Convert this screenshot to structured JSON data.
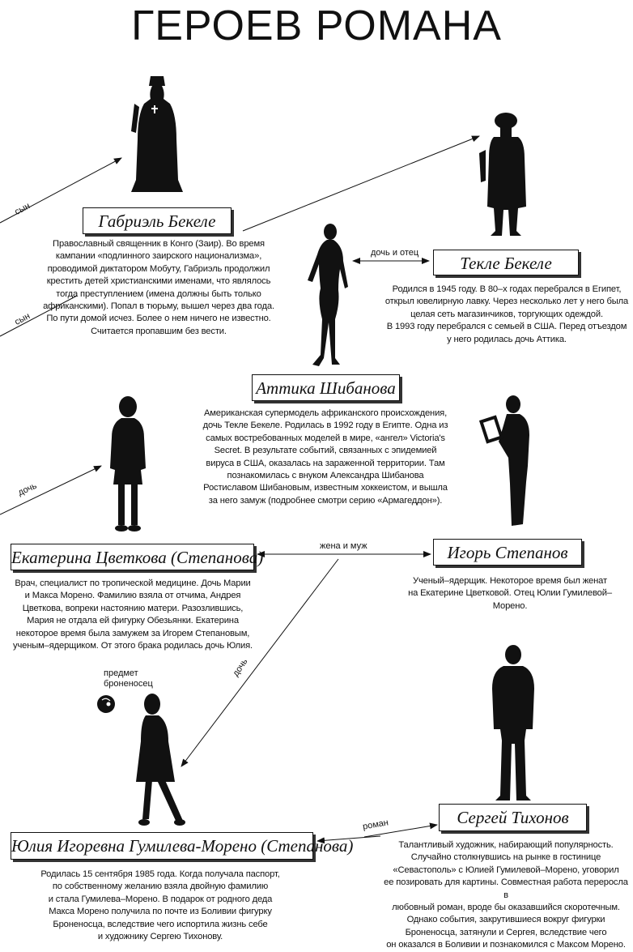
{
  "title": "ГЕРОЕВ РОМАНА",
  "characters": [
    {
      "name": "Габриэль Бекеле",
      "icon": "priest-silhouette-icon",
      "desc": [
        "Православный священник в Конго (Заир). Во время",
        "кампании «подлинного заирского национализма»,",
        "проводимой диктатором Мобуту, Габриэль продолжил",
        "крестить детей христианскими именами, что являлось",
        "тогда преступлением (имена должны быть только",
        "африканскими). Попал в тюрьму, вышел через два года.",
        "По пути домой исчез. Более о нем ничего не известно.",
        "Считается пропавшим без вести."
      ]
    },
    {
      "name": "Текле Бекеле",
      "icon": "turbaned-man-silhouette-icon",
      "desc": [
        "Родился в 1945 году. В 80–х годах перебрался в Египет,",
        "открыл ювелирную лавку. Через несколько лет у него была",
        "целая сеть магазинчиков, торгующих одеждой.",
        "В 1993 году перебрался с семьей в США. Перед отъездом",
        "у него родилась дочь Аттика."
      ]
    },
    {
      "name": "Аттика Шибанова",
      "icon": "model-silhouette-icon",
      "desc": [
        "Американская супермодель африканского происхождения,",
        "дочь Текле Бекеле. Родилась в 1992 году в Египте. Одна из",
        "самых востребованных моделей в мире, «ангел» Victoria's",
        "Secret. В результате событий, связанных с эпидемией",
        "вируса в США, оказалась на зараженной территории. Там",
        "познакомилась с внуком Александра Шибанова",
        "Ростиславом Шибановым, известным хоккеистом, и вышла",
        "за него замуж (подробнее смотри серию «Армагеддон»)."
      ]
    },
    {
      "name": "Екатерина Цветкова (Степанова)",
      "icon": "woman-silhouette-icon",
      "desc": [
        "Врач, специалист по тропической медицине. Дочь Марии",
        "и Макса Морено. Фамилию взяла от отчима, Андрея",
        "Цветкова, вопреки настоянию матери. Разозлившись,",
        "Мария не отдала ей фигурку Обезьянки. Екатерина",
        "некоторое время была замужем за Игорем Степановым,",
        "ученым–ядерщиком. От этого брака родилась дочь Юлия."
      ]
    },
    {
      "name": "Игорь Степанов",
      "icon": "man-with-clipboard-silhouette-icon",
      "desc": [
        "Ученый–ядерщик. Некоторое время был женат",
        "на Екатерине Цветковой. Отец Юлии Гумилевой–Морено."
      ]
    },
    {
      "name": "Юлия Игоревна Гумилева-Морено (Степанова)",
      "icon": "girl-silhouette-icon",
      "desc": [
        "Родилась 15 сентября 1985 года. Когда получала паспорт,",
        "по собственному желанию взяла двойную фамилию",
        "и стала Гумилева–Морено. В подарок от родного деда",
        "Макса Морено получила по почте из Боливии фигурку",
        "Броненосца, вследствие чего испортила жизнь себе",
        "и художнику Сергею Тихонову."
      ]
    },
    {
      "name": "Сергей Тихонов",
      "icon": "young-man-silhouette-icon",
      "desc": [
        "Талантливый художник, набирающий популярность.",
        "Случайно столкнувшись на рынке в гостинице",
        "«Севастополь» с Юлией Гумилевой–Морено, уговорил",
        "ее позировать для картины. Совместная работа переросла в",
        "любовный роман, вроде бы оказавшийся скоротечным.",
        "Однако события, закрутившиеся вокруг фигурки",
        "Броненосца, затянули и Сергея, вследствие чего",
        "он оказался в Боливии и познакомился с Максом Морено."
      ]
    }
  ],
  "relations": {
    "son_top": "сын",
    "son_bottom": "сын",
    "daughter_father": "дочь и отец",
    "daughter_left": "дочь",
    "wife_husband": "жена и муж",
    "daughter_diag": "дочь",
    "romance": "роман"
  },
  "object_label": [
    "предмет",
    "броненосец"
  ],
  "object_icon": "armadillo-figurine-icon"
}
